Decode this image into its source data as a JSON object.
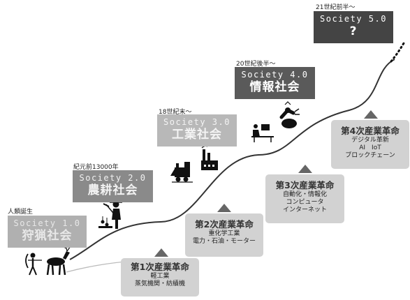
{
  "societies": [
    {
      "era": "人類誕生",
      "name": "Society 1.0",
      "label": "狩猟社会",
      "bg": "#b0b0b0",
      "fg": "#e8e8e8"
    },
    {
      "era": "紀元前13000年",
      "name": "Society 2.0",
      "label": "農耕社会",
      "bg": "#8a8a8a",
      "fg": "#f2f2f2"
    },
    {
      "era": "18世紀末～",
      "name": "Society 3.0",
      "label": "工業社会",
      "bg": "#b8b8b8",
      "fg": "#f4f4f4"
    },
    {
      "era": "20世紀後半～",
      "name": "Society 4.0",
      "label": "情報社会",
      "bg": "#5a5a5a",
      "fg": "#ffffff"
    },
    {
      "era": "21世紀前半～",
      "name": "Society 5.0",
      "label": "?",
      "bg": "#444444",
      "fg": "#ffffff"
    }
  ],
  "revolutions": [
    {
      "title": "第1次産業革命",
      "lines": [
        "軽工業",
        "蒸気機関・紡績機"
      ]
    },
    {
      "title": "第2次産業革命",
      "lines": [
        "重化学工業",
        "電力・石油・モーター"
      ]
    },
    {
      "title": "第3次産業革命",
      "lines": [
        "自動化・情報化",
        "コンピュータ",
        "インターネット"
      ]
    },
    {
      "title": "第4次産業革命",
      "lines": [
        "デジタル革新",
        "AI　IoT",
        "ブロックチェーン"
      ]
    }
  ],
  "icons": [
    "hunter-deer-icon",
    "farmer-icon",
    "train-factory-icon",
    "computer-robot-icon"
  ],
  "colors": {
    "curve": "#333333",
    "marker": "#666666",
    "revolution_bg": "#d2d2d2"
  }
}
